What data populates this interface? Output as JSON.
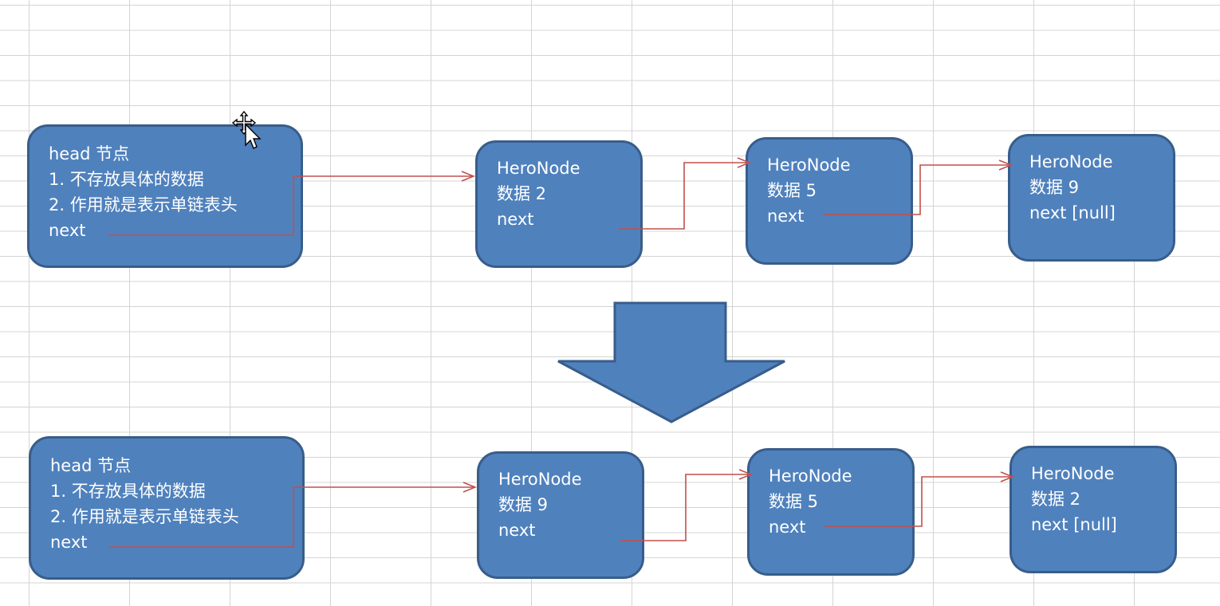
{
  "before": {
    "head": [
      "head 节点",
      "1. 不存放具体的数据",
      "2. 作用就是表示单链表头",
      "next"
    ],
    "nodes": [
      [
        "HeroNode",
        "数据 2",
        "next"
      ],
      [
        "HeroNode",
        "数据 5",
        "next"
      ],
      [
        "HeroNode",
        "数据 9",
        "next [null]"
      ]
    ]
  },
  "after": {
    "head": [
      "head 节点",
      "1. 不存放具体的数据",
      "2. 作用就是表示单链表头",
      "next"
    ],
    "nodes": [
      [
        "HeroNode",
        "数据 9",
        "next"
      ],
      [
        "HeroNode",
        "数据 5",
        "next"
      ],
      [
        "HeroNode",
        "数据 2",
        "next [null]"
      ]
    ]
  },
  "colors": {
    "node_fill": "#4f81bd",
    "node_border": "#385d8a",
    "connector": "#c0504d",
    "grid": "#d4d4d4"
  },
  "icons": {
    "cursor": "move-cursor-icon",
    "transition": "down-arrow-icon"
  }
}
